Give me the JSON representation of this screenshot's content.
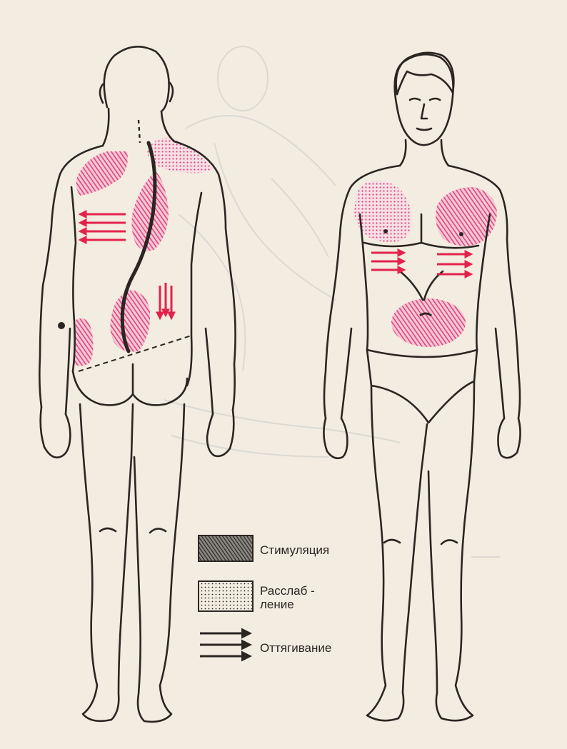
{
  "colors": {
    "paper": "#f3ece0",
    "ink": "#2a2622",
    "zone_pink": "#e0457a",
    "arrow_red": "#e3224c",
    "ghost_print": "#c4ccc9"
  },
  "legend": {
    "items": [
      {
        "pattern": "hatch",
        "label": "Стимуляция"
      },
      {
        "pattern": "dots",
        "label_line1": "Расслаб -",
        "label_line2": "ление"
      },
      {
        "pattern": "arrows",
        "label": "Оттягивание"
      }
    ]
  },
  "figures": {
    "back_view": {
      "zones": [
        {
          "pattern": "hatch",
          "area": "left-shoulder"
        },
        {
          "pattern": "dots",
          "area": "right-shoulder"
        },
        {
          "pattern": "hatch",
          "area": "left-paraspinal"
        },
        {
          "pattern": "hatch",
          "area": "lower-left-back"
        },
        {
          "pattern": "hatch",
          "area": "left-flank"
        },
        {
          "pattern": "arrows",
          "area": "left-scapula",
          "direction": "left"
        },
        {
          "pattern": "arrows",
          "area": "right-lumbar",
          "direction": "down"
        }
      ]
    },
    "front_view": {
      "zones": [
        {
          "pattern": "dots",
          "area": "right-chest"
        },
        {
          "pattern": "hatch",
          "area": "left-chest"
        },
        {
          "pattern": "hatch",
          "area": "abdomen"
        },
        {
          "pattern": "arrows",
          "area": "right-ribs",
          "direction": "right"
        },
        {
          "pattern": "arrows",
          "area": "left-ribs",
          "direction": "right"
        }
      ]
    }
  }
}
